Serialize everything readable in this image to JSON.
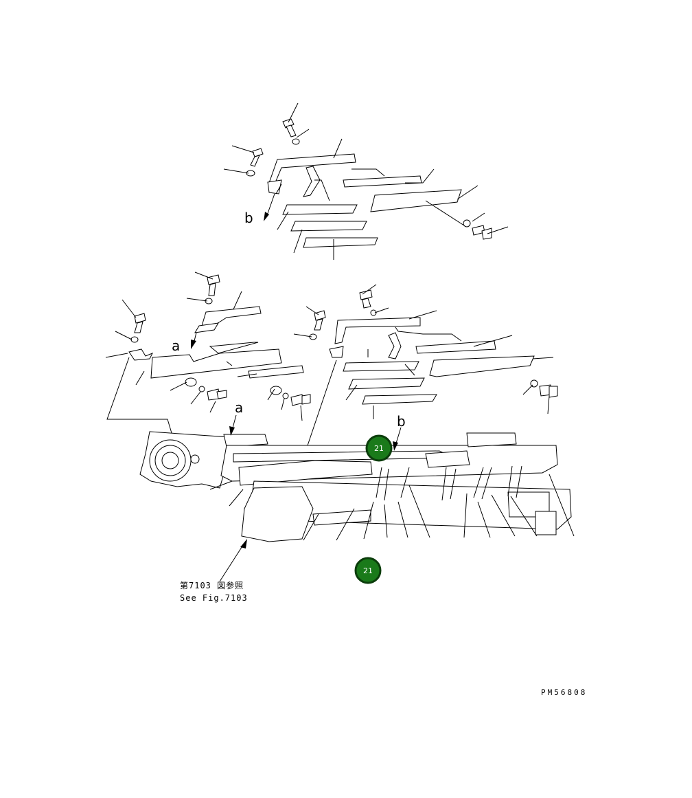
{
  "labels": {
    "b_top": "b",
    "a_mid": "a",
    "a_low": "a",
    "b_low": "b"
  },
  "reference": {
    "jp": "第7103 図参照",
    "en": "See Fig.7103"
  },
  "drawing_code": "PM56808",
  "markers": [
    {
      "id": "marker-21-a",
      "text": "21"
    },
    {
      "id": "marker-21-b",
      "text": "21"
    }
  ],
  "colors": {
    "marker_fill": "#1a7a1a",
    "marker_ring": "#0b3d0b",
    "line": "#000000"
  }
}
